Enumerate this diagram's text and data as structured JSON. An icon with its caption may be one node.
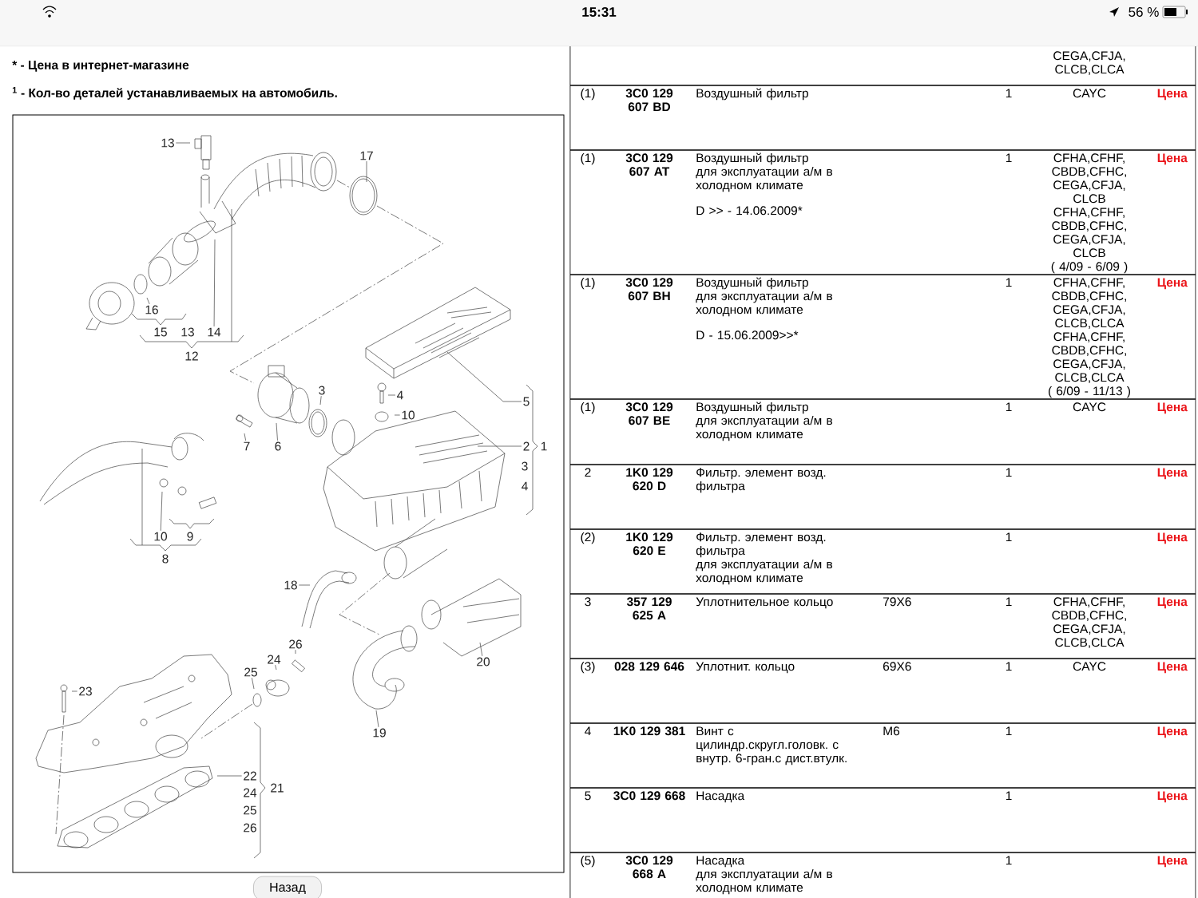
{
  "diagram": {
    "nodes": [
      {
        "text": [
          "13"
        ]
      },
      {
        "text": [
          "17"
        ]
      },
      {
        "text": [
          "16"
        ]
      },
      {
        "text": [
          "14"
        ]
      },
      {
        "text": [
          "3"
        ]
      },
      {
        "text": [
          "4"
        ]
      },
      {
        "text": [
          "5"
        ]
      },
      {
        "text": [
          "10"
        ]
      },
      {
        "text": [
          "7"
        ]
      },
      {
        "text": [
          "6"
        ]
      },
      {
        "text": [
          "2"
        ]
      },
      {
        "text": [
          "10"
        ]
      },
      {
        "text": [
          "18"
        ]
      },
      {
        "text": [
          "26"
        ]
      },
      {
        "text": [
          "24"
        ]
      },
      {
        "text": [
          "20"
        ]
      },
      {
        "text": [
          "25"
        ]
      },
      {
        "text": [
          "23"
        ]
      },
      {
        "text": [
          "19"
        ]
      },
      {
        "text": [
          "22"
        ]
      }
    ],
    "edges": [
      {
        "from": 0,
        "to": null,
        "arrow": "none"
      },
      {
        "from": 1,
        "to": null,
        "arrow": "none"
      },
      {
        "from": 2,
        "to": null,
        "arrow": "none"
      },
      {
        "from": 3,
        "to": null,
        "arrow": "none"
      },
      {
        "from": 4,
        "to": null,
        "arrow": "none"
      },
      {
        "from": 5,
        "to": null,
        "arrow": "none"
      },
      {
        "from": 6,
        "to": null,
        "arrow": "none"
      },
      {
        "from": 7,
        "to": null,
        "arrow": "none"
      },
      {
        "from": 8,
        "to": null,
        "arrow": "none"
      },
      {
        "from": 9,
        "to": null,
        "arrow": "none"
      },
      {
        "from": 10,
        "to": null,
        "arrow": "none"
      },
      {
        "from": 11,
        "to": null,
        "arrow": "none"
      },
      {
        "from": 12,
        "to": null,
        "arrow": "none"
      },
      {
        "from": 13,
        "to": null,
        "arrow": "none"
      },
      {
        "from": 14,
        "to": null,
        "arrow": "none"
      },
      {
        "from": 15,
        "to": null,
        "arrow": "none"
      },
      {
        "from": 16,
        "to": null,
        "arrow": "none"
      },
      {
        "from": 17,
        "to": null,
        "arrow": "none"
      },
      {
        "from": 18,
        "to": null,
        "arrow": "none"
      },
      {
        "from": 19,
        "to": null,
        "arrow": "none"
      }
    ],
    "labels": [
      "15:31",
      "56 %",
      "* - Цена в интернет-магазине",
      "$^{1}$ - Кол-во деталей устанавливаемых на автомобиль.",
      "CEGA,CFJA, CLCB,CLCA",
      "(1)",
      "3C0 129 607 BD",
      "Воздушный фильтр",
      "1",
      "CAYC",
      "Цена",
      "(1)",
      "3C0 129 607 AT",
      "Воздушный фильтр",
      "для эксплуатации а/м в холодном климате",
      "D >> - 14.06.2009*",
      "1",
      "CFHA,CFHF, CBDB,CFHC, CEGA,CFJA, CLCB CFHA,CFHF, CBDB,CFHC, CEGA,CFJA, CLCB",
      "( 4/09 - 6/09 )",
      "Цена",
      "(1)",
      "3C0 129 607 BH",
      "Воздушный фильтр",
      "для эксплуатации а/м в холодном климате",
      "D - 15.06.2009>>*",
      "1",
      "CFHA,CFHF, CBDB,CFHC, CEGA,CFJA, CLCB,CLCA CFHA,CFHF, CBDB,CFHC, CEGA,CFJA, CLCB,CLCA",
      "( 6/09 - 11/13 )",
      "Цена",
      "(1)",
      "3C0 129 607 BE",
      "Воздушный фильтр",
      "для эксплуатации а/м в холодном климате",
      "1",
      "CAYC",
      "Цена",
      "2",
      "1K0 129 620 D",
      "Фильтр. элемент возд. фильтра",
      "1",
      "Цена",
      "(2)",
      "1K0 129 620 E",
      "Фильтр. элемент возд. фильтра",
      "для эксплуатации а/м в холодном климате",
      "1",
      "Цена",
      "3",
      "357 129 625 A",
      "Уплотнительное кольцо",
      "79X6",
      "1",
      "CFHA,CFHF, CBDB,CFHC, CEGA,CFJA, CLCB,CLCA",
      "Цена",
      "(3)",
      "028 129 646",
      "Уплотнит. кольцо",
      "69X6",
      "1",
      "CAYC",
      "Цена",
      "4",
      "1K0 129 381",
      "Винт с цилиндр.скругл.головк. с внутр. 6-гран.с дист.втулк.",
      "M6",
      "1",
      "Цена",
      "5",
      "3C0 129 668",
      "Насадка",
      "1",
      "Цена",
      "(5)",
      "3C0 129 668 A",
      "Насадка",
      "для эксплуатации а/м в холодном климате",
      "1",
      "Цена",
      "15",
      "13",
      "12",
      "1",
      "3",
      "4",
      "9",
      "8",
      "21",
      "24",
      "25",
      "26",
      "Назад"
    ]
  }
}
